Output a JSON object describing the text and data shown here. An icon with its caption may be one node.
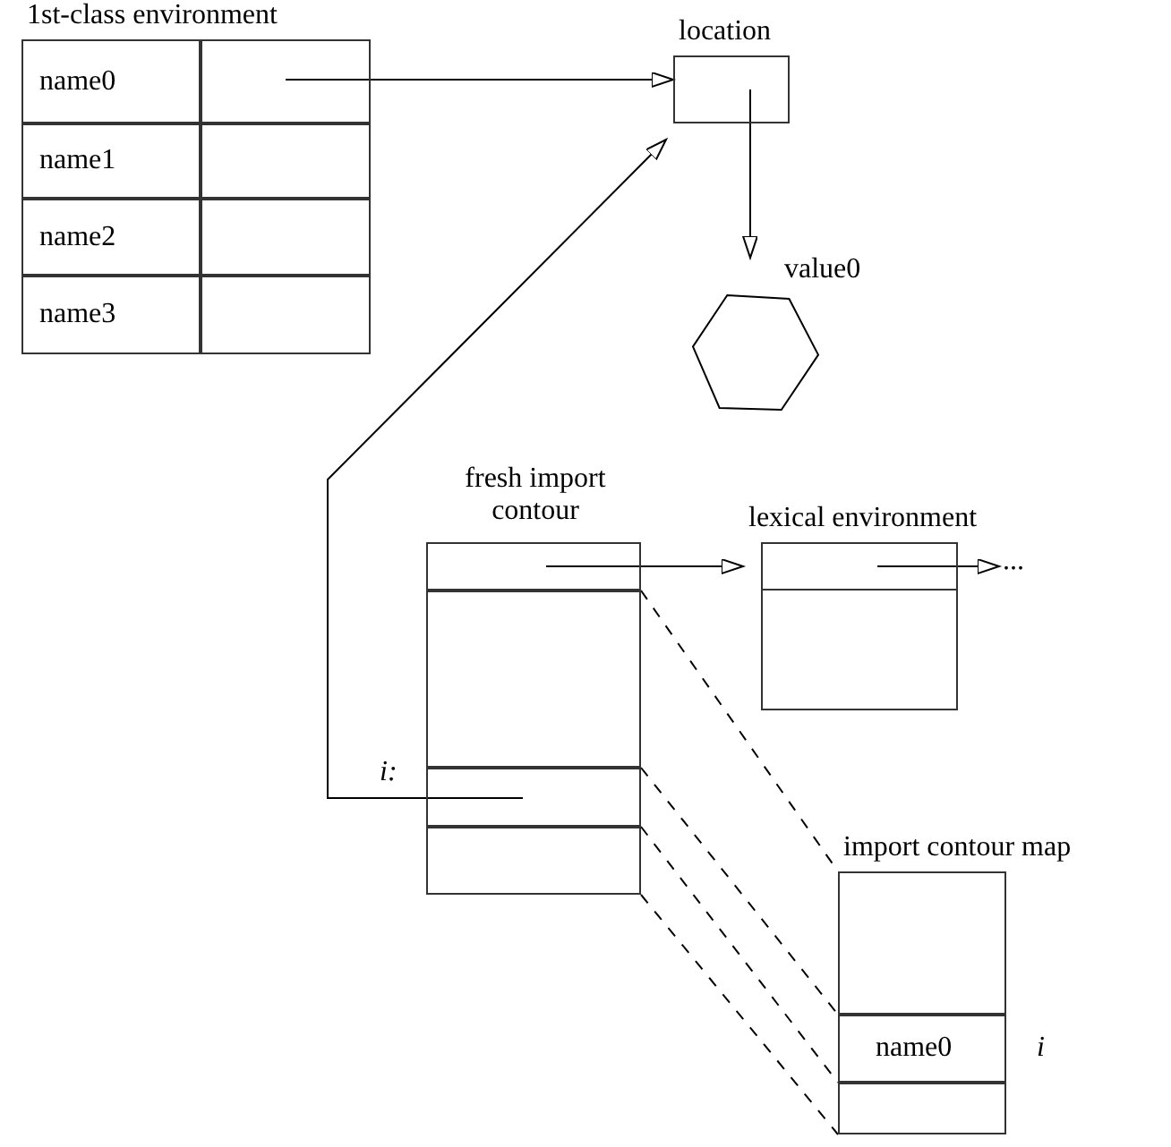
{
  "diagram": {
    "nodes": [
      {
        "text": [
          "1st-class environment"
        ]
      },
      {
        "text": [
          "name0"
        ],
        "in": 0
      },
      {
        "text": [],
        "shape": "box",
        "in": 0
      },
      {
        "text": [
          "name1"
        ],
        "in": 0
      },
      {
        "text": [],
        "shape": "box",
        "in": 0
      },
      {
        "text": [
          "name2"
        ],
        "in": 0
      },
      {
        "text": [],
        "shape": "box",
        "in": 0
      },
      {
        "text": [
          "name3"
        ],
        "in": 0
      },
      {
        "text": [],
        "shape": "box",
        "in": 0
      },
      {
        "text": [
          "location"
        ]
      },
      {
        "text": [],
        "shape": "hexagon",
        "beside": [
          "value0"
        ]
      },
      {
        "text": [
          "fresh import contour"
        ]
      },
      {
        "text": [],
        "shape": "box",
        "in": 11
      },
      {
        "text": [],
        "shape": "box",
        "in": 11
      },
      {
        "text": [],
        "shape": "box",
        "in": 11,
        "beside": [
          "i:"
        ]
      },
      {
        "text": [],
        "shape": "box",
        "in": 11
      },
      {
        "text": [
          "import contour map"
        ]
      },
      {
        "text": [],
        "shape": "box",
        "in": 16
      },
      {
        "text": [
          "name0"
        ],
        "in": 16,
        "beside": [
          "i"
        ]
      },
      {
        "text": [],
        "shape": "box",
        "in": 16
      },
      {
        "text": [
          "lexical environment"
        ]
      },
      {
        "text": [],
        "shape": "box",
        "in": 20
      },
      {
        "text": [
          "..."
        ]
      }
    ],
    "edges": [
      {
        "from": 2,
        "to": 9,
        "arrow": "to"
      },
      {
        "from": 14,
        "to": 9,
        "arrow": "to"
      },
      {
        "from": 9,
        "to": 10,
        "arrow": "to"
      },
      {
        "from": 12,
        "to": 21,
        "arrow": "to"
      },
      {
        "from": 21,
        "to": 22,
        "arrow": "to"
      },
      {
        "from": 13,
        "to": 17,
        "arrow": "none",
        "style": "dashed"
      },
      {
        "from": 14,
        "to": 18,
        "arrow": "none",
        "style": "dashed"
      },
      {
        "from": 15,
        "to": 19,
        "arrow": "none",
        "style": "dashed"
      },
      {
        "from": 11,
        "to": 16,
        "arrow": "none",
        "style": "dashed"
      }
    ]
  }
}
